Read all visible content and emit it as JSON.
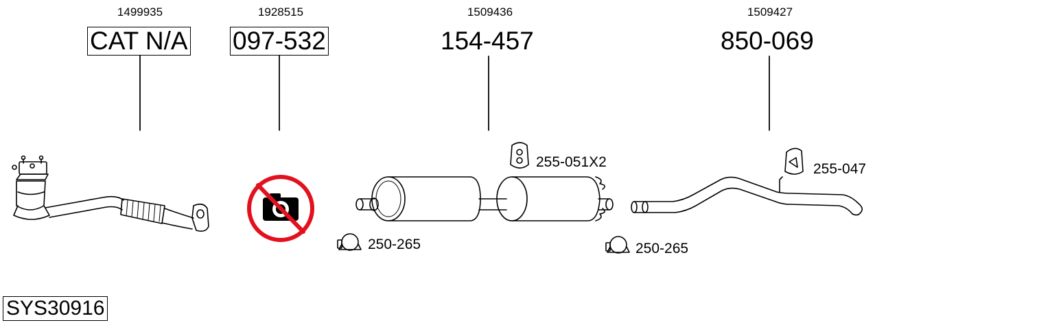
{
  "system": {
    "code": "SYS30916"
  },
  "parts": [
    {
      "ref": "1499935",
      "number": "CAT N/A",
      "boxed": true,
      "icon": "catalytic-converter-pipe"
    },
    {
      "ref": "1928515",
      "number": "097-532",
      "boxed": true,
      "icon": "no-photo-available"
    },
    {
      "ref": "1509436",
      "number": "154-457",
      "boxed": false,
      "icon": "center-silencer"
    },
    {
      "ref": "1509427",
      "number": "850-069",
      "boxed": false,
      "icon": "tail-pipe"
    }
  ],
  "accessories": [
    {
      "label": "250-265",
      "icon": "clamp-icon"
    },
    {
      "label": "255-051X2",
      "icon": "rubber-hanger-icon"
    },
    {
      "label": "250-265",
      "icon": "clamp-icon"
    },
    {
      "label": "255-047",
      "icon": "rubber-hanger-icon"
    }
  ]
}
